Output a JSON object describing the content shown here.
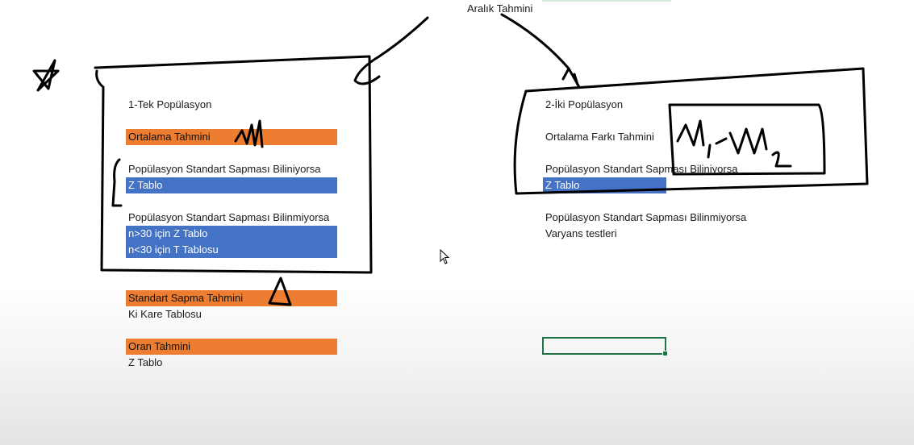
{
  "top_label": "Aralık Tahmini",
  "left": {
    "title": "1-Tek Popülasyon",
    "mean_estimate": "Ortalama Tahmini",
    "known_sd": "Popülasyon Standart Sapması Biliniyorsa",
    "z_table": "Z Tablo",
    "unknown_sd": "Popülasyon Standart Sapması Bilinmiyorsa",
    "n_gt_30": "n>30 için Z Tablo",
    "n_lt_30": "n<30 için T Tablosu",
    "sd_estimate": "Standart Sapma Tahmini",
    "chi_square": "Ki Kare Tablosu",
    "proportion_estimate": "Oran Tahmini",
    "z_table_2": "Z Tablo"
  },
  "right": {
    "title": "2-İki Popülasyon",
    "mean_diff_estimate": "Ortalama Farkı Tahmini",
    "known_sd": "Popülasyon Standart Sapması Biliniyorsa",
    "z_table": "Z Tablo",
    "unknown_sd": "Popülasyon Standart Sapması Bilinmiyorsa",
    "variance_tests": "Varyans testleri"
  },
  "colors": {
    "orange_fill": "#ed7d31",
    "blue_fill": "#4472c4",
    "selection_border": "#217346"
  },
  "icons": [
    "hand-drawn-star-icon",
    "mouse-cursor-icon"
  ]
}
